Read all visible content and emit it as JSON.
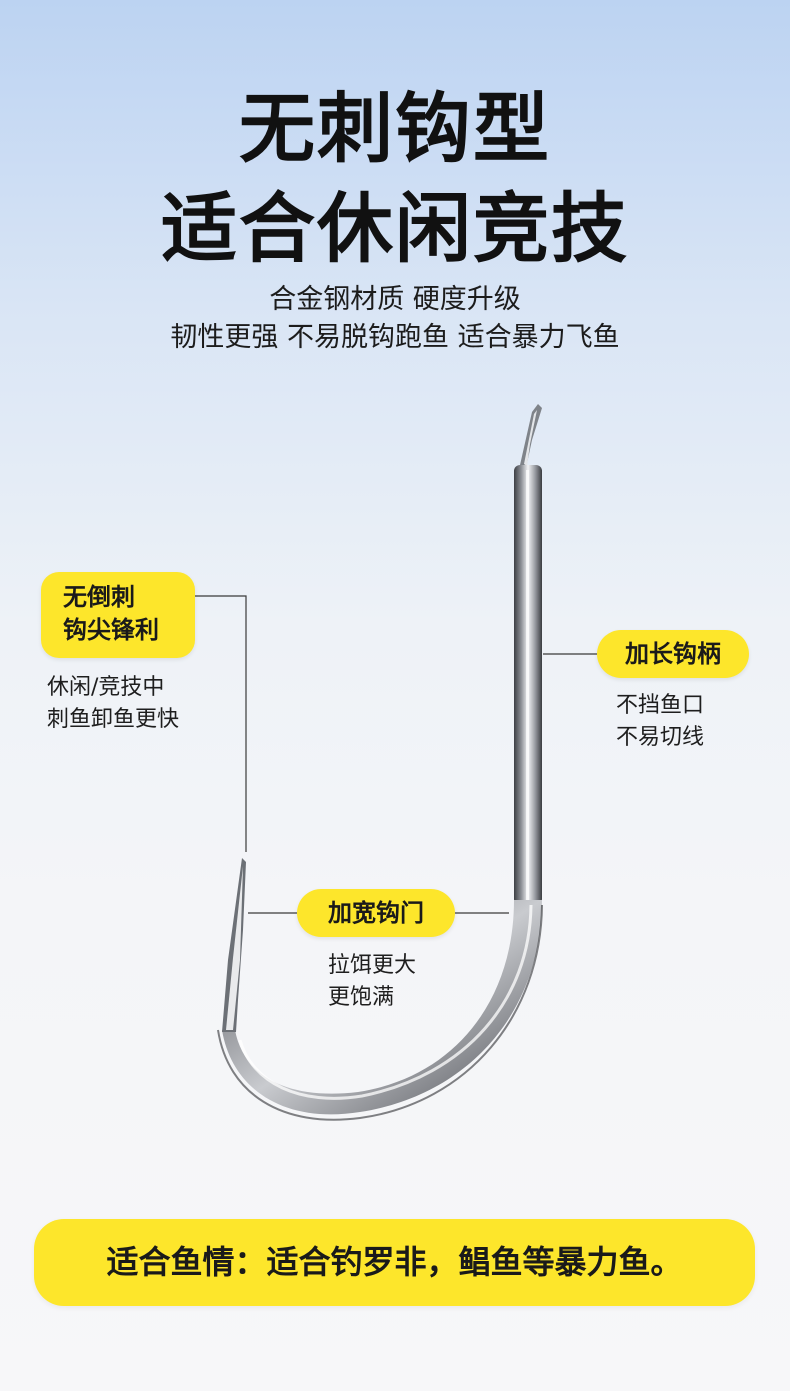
{
  "headline": {
    "line1": "无刺钩型",
    "line2": "适合休闲竞技"
  },
  "subheadline": {
    "line1": "合金钢材质 硬度升级",
    "line2": "韧性更强 不易脱钩跑鱼 适合暴力飞鱼"
  },
  "callouts": {
    "barbless": {
      "label_line1": "无倒刺",
      "label_line2": "钩尖锋利",
      "desc_line1": "休闲/竞技中",
      "desc_line2": "刺鱼卸鱼更快"
    },
    "shank": {
      "label": "加长钩柄",
      "desc_line1": "不挡鱼口",
      "desc_line2": "不易切线"
    },
    "gap": {
      "label": "加宽钩门",
      "desc_line1": "拉饵更大",
      "desc_line2": "更饱满"
    }
  },
  "bottom_banner": {
    "text": "适合鱼情：适合钓罗非，鲳鱼等暴力鱼。"
  },
  "colors": {
    "accent_yellow": "#fde62b",
    "text_dark": "#111111",
    "background_top": "#bcd3f2",
    "background_bottom": "#f7f7f9"
  },
  "icons": {
    "product": "fishing-hook-illustration"
  }
}
